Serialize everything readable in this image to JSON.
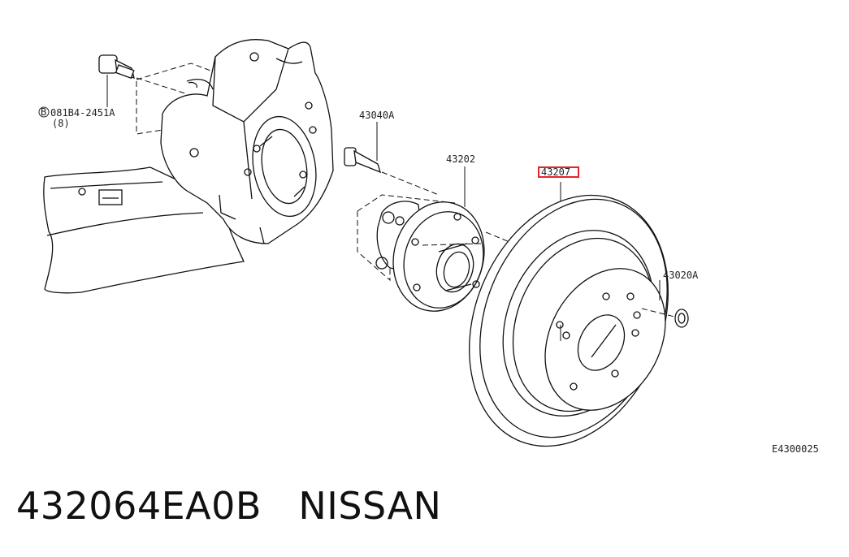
{
  "callouts": {
    "bolt": "081B4-2451A",
    "bolt_qty": "(8)",
    "bolt_symbol": "B",
    "hub_bolt": "43040A",
    "hub": "43202",
    "rotor": "43207",
    "nut": "43020A"
  },
  "figure_code": "E4300025",
  "part_number": "432064EA0B",
  "brand": "NISSAN",
  "colors": {
    "highlight": "#e8232a",
    "line": "#111111"
  }
}
